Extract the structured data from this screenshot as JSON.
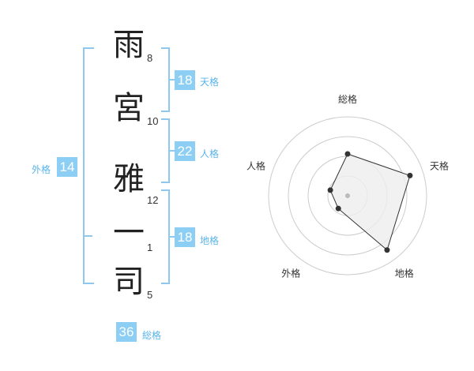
{
  "name": {
    "chars": [
      {
        "char": "雨",
        "strokes": "8"
      },
      {
        "char": "宮",
        "strokes": "10"
      },
      {
        "char": "雅",
        "strokes": "12"
      },
      {
        "char": "一",
        "strokes": "1"
      },
      {
        "char": "司",
        "strokes": "5"
      }
    ]
  },
  "fortunes": {
    "tenkaku": {
      "value": "18",
      "label": "天格"
    },
    "jinkaku": {
      "value": "22",
      "label": "人格"
    },
    "chikaku": {
      "value": "18",
      "label": "地格"
    },
    "gaikaku": {
      "value": "14",
      "label": "外格"
    },
    "soukaku": {
      "value": "36",
      "label": "総格"
    }
  },
  "radar": {
    "axes": [
      "総格",
      "天格",
      "地格",
      "外格",
      "人格"
    ],
    "levels": 4,
    "values": [
      0.53,
      0.83,
      0.85,
      0.2,
      0.23
    ],
    "line_color": "#333333",
    "fill_color": "#eeeeee",
    "ring_color": "#cccccc"
  }
}
